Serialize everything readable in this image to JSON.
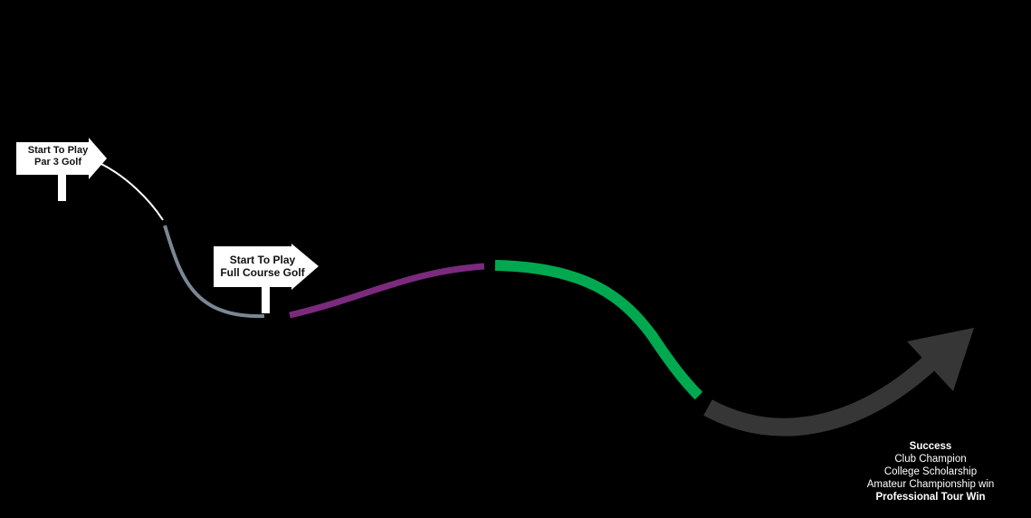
{
  "signs": [
    {
      "line1": "Start To Play",
      "line2": "Par 3 Golf"
    },
    {
      "line1": "Start To Play",
      "line2": "Full Course Golf"
    }
  ],
  "success": {
    "title": "Success",
    "items": [
      "Club Champion",
      "College Scholarship",
      "Amateur Championship win"
    ],
    "final": "Professional Tour Win"
  },
  "colors": {
    "stage1": "#ffffff",
    "stage2": "#7a8794",
    "stage3": "#7b2a7e",
    "stage4": "#00a94f",
    "stage5": "#363636"
  }
}
